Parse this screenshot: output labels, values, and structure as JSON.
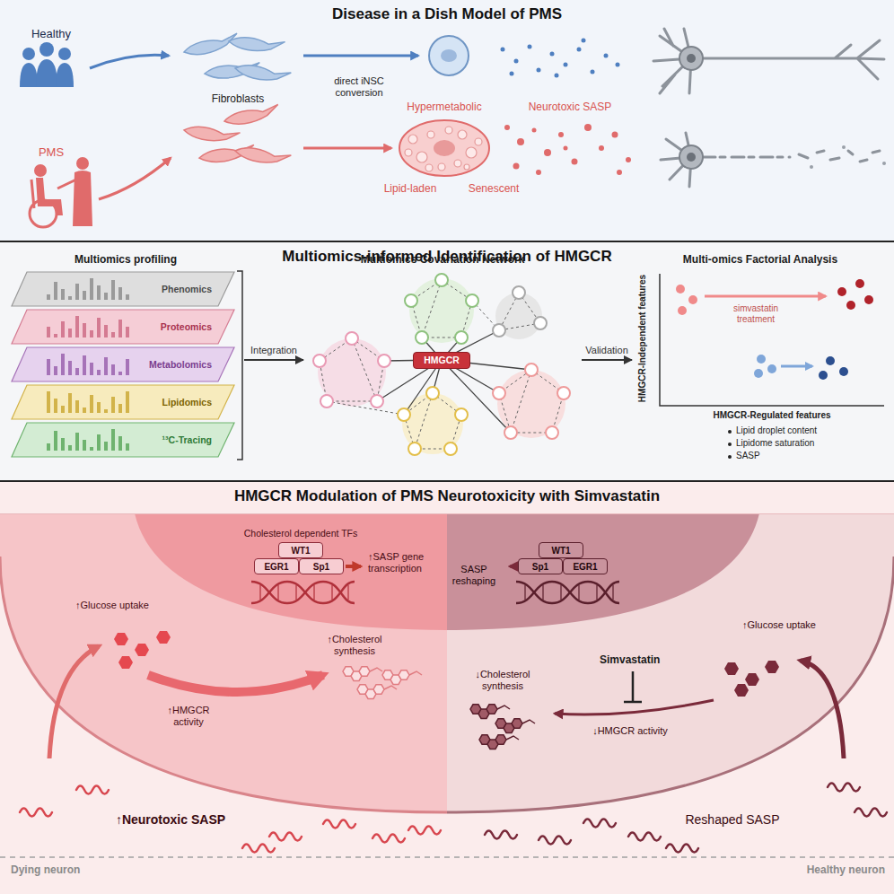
{
  "diagram": {
    "nodes": [
      {
        "text": [
          "Disease in a Dish Model of PMS"
        ]
      },
      {
        "text": [
          "Multiomics-informed Identification of HMGCR"
        ]
      },
      {
        "text": [
          "HMGCR Modulation of PMS Neurotoxicity with Simvastatin"
        ]
      },
      {
        "text": [
          "Multiomics profiling"
        ],
        "in": 1
      },
      {
        "text": [
          "Phenomics"
        ],
        "in": 3
      },
      {
        "text": [
          "Proteomics"
        ],
        "in": 3
      },
      {
        "text": [
          "Metabolomics"
        ],
        "in": 3
      },
      {
        "text": [
          "Lipidomics"
        ],
        "in": 3
      },
      {
        "text": [
          "¹³C-Tracing"
        ],
        "in": 3
      },
      {
        "text": [
          "Multiomics Covariation Network"
        ],
        "in": 1
      },
      {
        "text": [
          "HMGCR"
        ],
        "in": 9
      },
      {
        "text": [
          "Multi-omics Factorial Analysis"
        ],
        "in": 1
      },
      {
        "text": [
          "WT1"
        ],
        "in": 2
      },
      {
        "text": [
          "EGR1"
        ],
        "in": 2
      },
      {
        "text": [
          "Sp1"
        ],
        "in": 2
      },
      {
        "text": [
          "WT1"
        ],
        "in": 2
      },
      {
        "text": [
          "Sp1"
        ],
        "in": 2
      },
      {
        "text": [
          "EGR1"
        ],
        "in": 2
      }
    ],
    "edges": [
      {
        "from": 3,
        "to": 9,
        "label": "Integration",
        "arrow": "to"
      },
      {
        "from": 9,
        "to": 11,
        "label": "Validation",
        "arrow": "to"
      }
    ],
    "labels": [
      "Healthy",
      "PMS",
      "Fibroblasts",
      "direct iNSC conversion",
      "Hypermetabolic",
      "Neurotoxic SASP",
      "Lipid-laden",
      "Senescent",
      "simvastatin treatment",
      "HMGCR-Independent features",
      "HMGCR-Regulated features",
      "Lipid droplet content",
      "Lipidome saturation",
      "SASP",
      "Cholesterol dependent TFs",
      "↑SASP gene transcription",
      "↑Glucose uptake",
      "↑HMGCR activity",
      "↑Cholesterol synthesis",
      "↑Neurotoxic SASP",
      "Dying neuron",
      "SASP reshaping",
      "Simvastatin",
      "↑Glucose uptake",
      "↓HMGCR activity",
      "↓Cholesterol synthesis",
      "Reshaped SASP",
      "Healthy neuron"
    ]
  }
}
